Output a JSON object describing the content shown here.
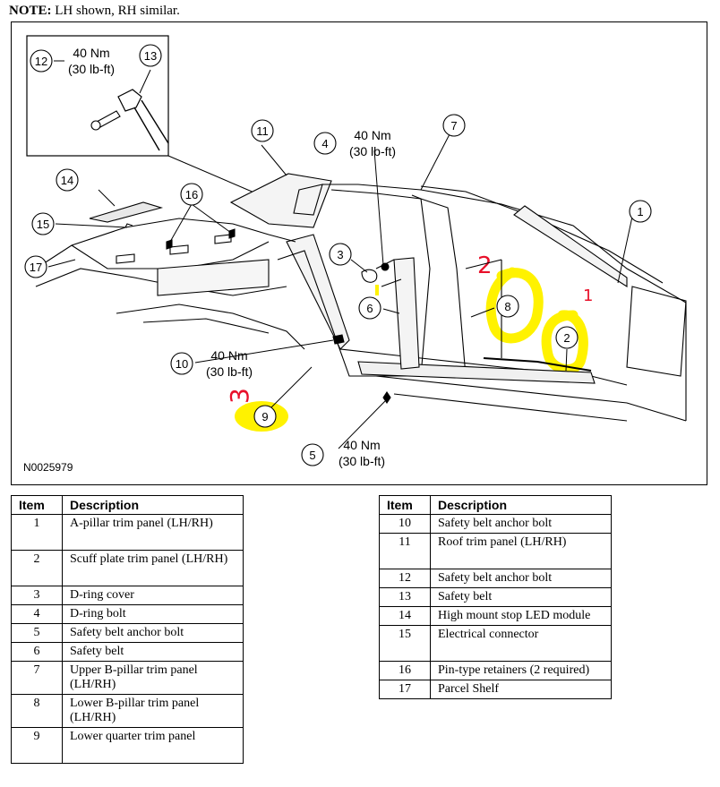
{
  "note": {
    "label": "NOTE:",
    "text": " LH shown, RH similar."
  },
  "figure_id": "N0025979",
  "callouts": [
    {
      "num": "1"
    },
    {
      "num": "2"
    },
    {
      "num": "3"
    },
    {
      "num": "4"
    },
    {
      "num": "5"
    },
    {
      "num": "6"
    },
    {
      "num": "7"
    },
    {
      "num": "8"
    },
    {
      "num": "9"
    },
    {
      "num": "10"
    },
    {
      "num": "11"
    },
    {
      "num": "12"
    },
    {
      "num": "13"
    },
    {
      "num": "14"
    },
    {
      "num": "15"
    },
    {
      "num": "16"
    },
    {
      "num": "17"
    }
  ],
  "torques": [
    {
      "nm": "40 Nm",
      "lbft": "(30 lb-ft)"
    },
    {
      "nm": "40 Nm",
      "lbft": "(30 lb-ft)"
    },
    {
      "nm": "40 Nm",
      "lbft": "(30 lb-ft)"
    },
    {
      "nm": "40 Nm",
      "lbft": "(30 lb-ft)"
    }
  ],
  "annotations": {
    "highlight_color": "#fff200",
    "ink_color": "#e8102a",
    "handwritten": [
      "2",
      "1",
      "3"
    ]
  },
  "table_headers": {
    "item": "Item",
    "description": "Description"
  },
  "legend_left": [
    {
      "item": "1",
      "desc": "A-pillar trim panel (LH/RH)"
    },
    {
      "item": "2",
      "desc": "Scuff plate trim panel (LH/RH)"
    },
    {
      "item": "3",
      "desc": "D-ring cover"
    },
    {
      "item": "4",
      "desc": "D-ring bolt"
    },
    {
      "item": "5",
      "desc": "Safety belt anchor bolt"
    },
    {
      "item": "6",
      "desc": "Safety belt"
    },
    {
      "item": "7",
      "desc": "Upper B-pillar trim panel (LH/RH)"
    },
    {
      "item": "8",
      "desc": "Lower B-pillar trim panel (LH/RH)"
    },
    {
      "item": "9",
      "desc": "Lower quarter trim panel"
    }
  ],
  "legend_right": [
    {
      "item": "10",
      "desc": "Safety belt anchor bolt"
    },
    {
      "item": "11",
      "desc": "Roof trim panel (LH/RH)"
    },
    {
      "item": "12",
      "desc": "Safety belt anchor bolt"
    },
    {
      "item": "13",
      "desc": "Safety belt"
    },
    {
      "item": "14",
      "desc": "High mount stop LED module"
    },
    {
      "item": "15",
      "desc": "Electrical connector"
    },
    {
      "item": "16",
      "desc": "Pin-type retainers (2 required)"
    },
    {
      "item": "17",
      "desc": "Parcel Shelf"
    }
  ]
}
